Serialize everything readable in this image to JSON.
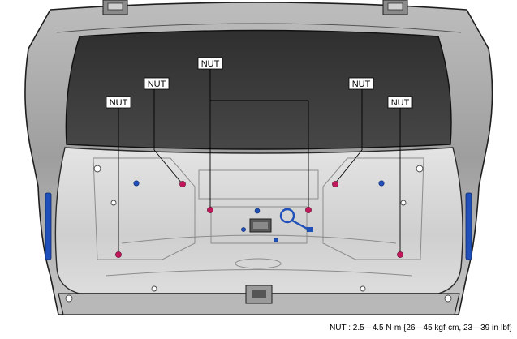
{
  "figure": {
    "callout_label": "NUT",
    "torque_spec": {
      "part": "NUT",
      "separator": " : ",
      "value": "2.5—4.5 N·m {26—45 kgf·cm, 23—39 in·lbf}"
    }
  },
  "colors": {
    "panel_light": "#d6d6d6",
    "panel_mid": "#a9a9a9",
    "panel_dark": "#4a4a4a",
    "glass": "#3c3c3c",
    "outline": "#1e1e1e",
    "nut_marker": "#c2185b",
    "clip_blue": "#1f4fb8",
    "leader": "#000000"
  }
}
